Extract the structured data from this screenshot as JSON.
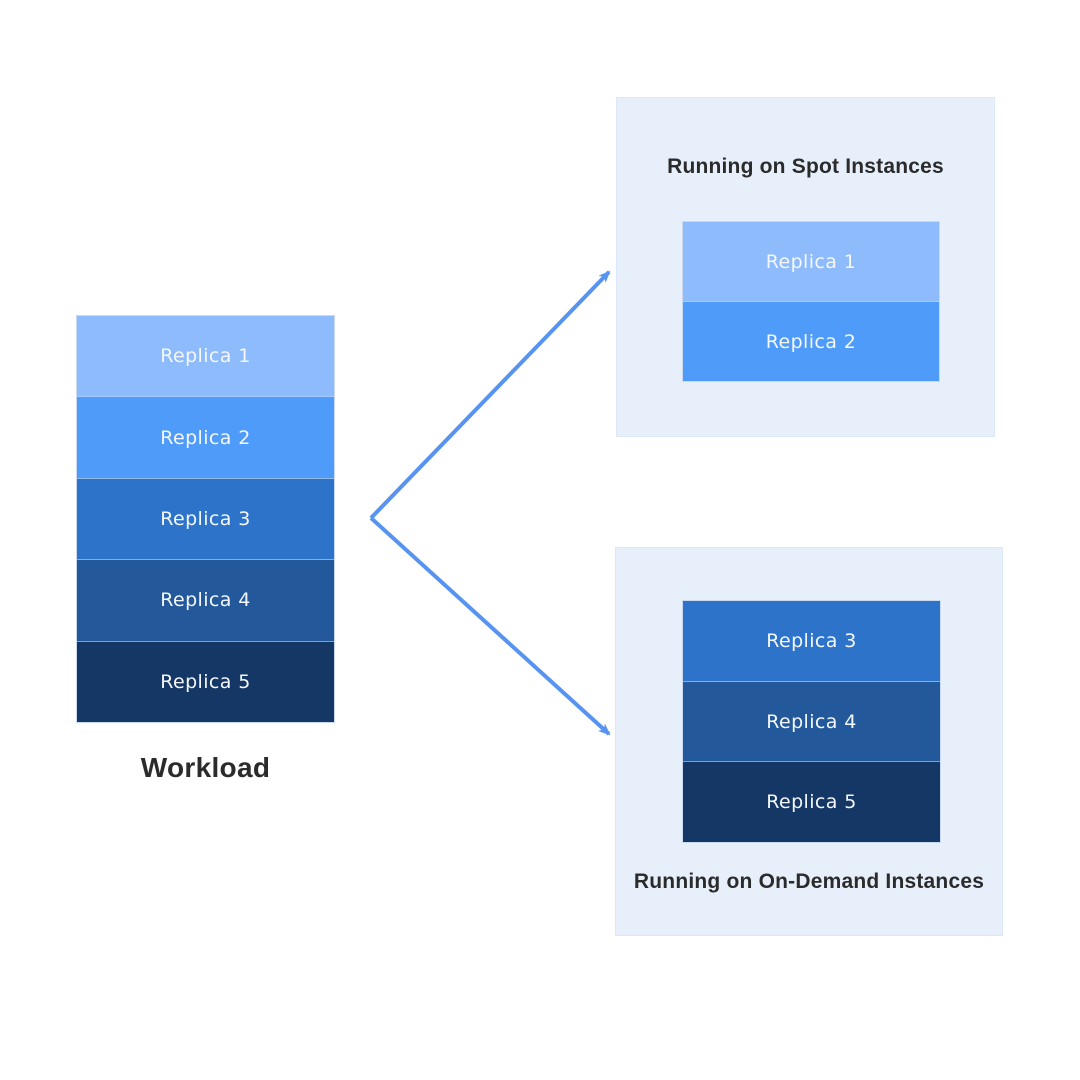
{
  "workload": {
    "label": "Workload",
    "replicas": [
      {
        "label": "Replica 1",
        "color": "#8DBBFB"
      },
      {
        "label": "Replica 2",
        "color": "#4F9BF9"
      },
      {
        "label": "Replica 3",
        "color": "#2D73C9"
      },
      {
        "label": "Replica 4",
        "color": "#23589A"
      },
      {
        "label": "Replica 5",
        "color": "#143765"
      }
    ]
  },
  "spot_group": {
    "title": "Running on Spot Instances",
    "replicas": [
      {
        "label": "Replica 1",
        "color": "#8DBBFB"
      },
      {
        "label": "Replica 2",
        "color": "#4F9BF9"
      }
    ]
  },
  "ondemand_group": {
    "title": "Running on On-Demand Instances",
    "replicas": [
      {
        "label": "Replica 3",
        "color": "#2D73C9"
      },
      {
        "label": "Replica 4",
        "color": "#23589A"
      },
      {
        "label": "Replica 5",
        "color": "#143765"
      }
    ]
  },
  "colors": {
    "panel_bg": "#E7EFFB",
    "panel_border": "#DCE8F8",
    "stack_border": "#C9DAF0",
    "arrow": "#5793F1",
    "heading_text": "#2B2B2B",
    "bar_label": "#F4F7FC"
  }
}
